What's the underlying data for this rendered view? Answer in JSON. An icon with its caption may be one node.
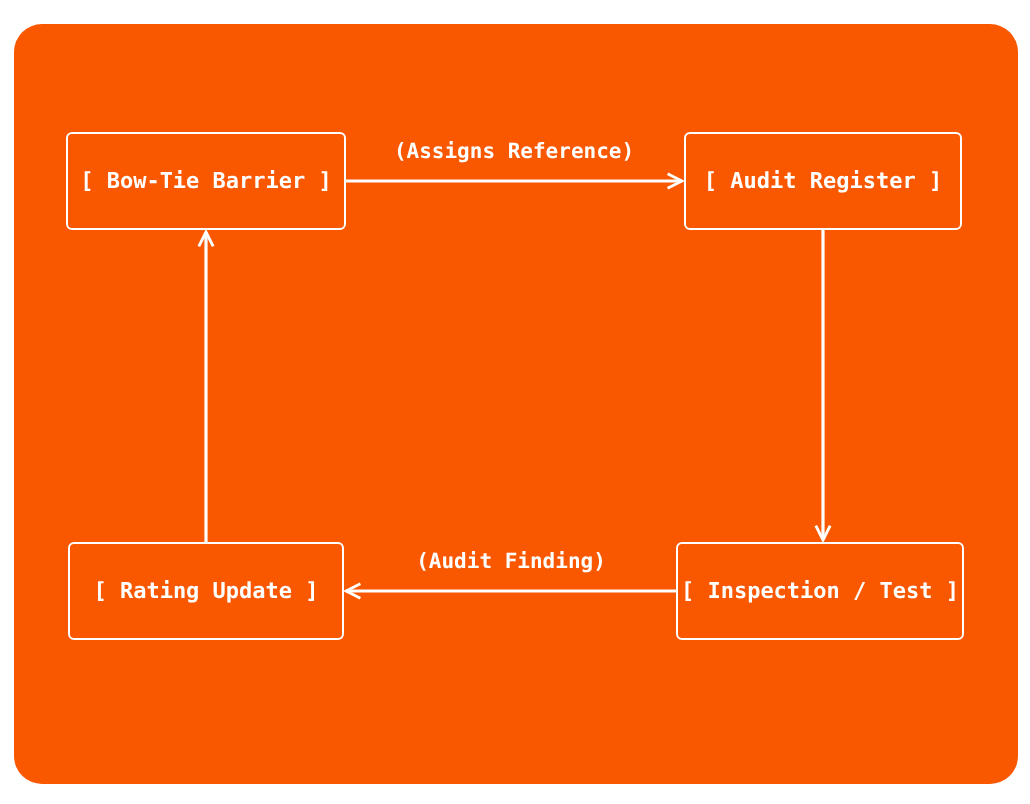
{
  "diagram": {
    "nodes": [
      {
        "text": [
          "[ Bow-Tie Barrier ]"
        ]
      },
      {
        "text": [
          "[ Audit Register ]"
        ]
      },
      {
        "text": [
          "[ Inspection / Test ]"
        ]
      },
      {
        "text": [
          "[ Rating Update ]"
        ]
      }
    ],
    "edges": [
      {
        "from": 0,
        "to": 1,
        "arrow": "to",
        "label": "(Assigns Reference)"
      },
      {
        "from": 1,
        "to": 2,
        "arrow": "to"
      },
      {
        "from": 2,
        "to": 3,
        "arrow": "to",
        "label": "(Audit Finding)"
      },
      {
        "from": 3,
        "to": 0,
        "arrow": "to"
      }
    ]
  }
}
